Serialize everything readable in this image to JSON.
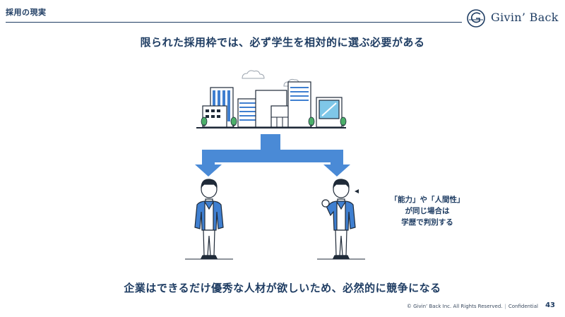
{
  "header": {
    "section_title": "採用の現実",
    "logo_text": "Givin’ Back"
  },
  "headline": "限られた採用枠では、必ず学生を相対的に選ぶ必要がある",
  "note": {
    "lines": [
      "「能力」や「人間性」",
      "が同じ場合は",
      "学歴で判別する"
    ]
  },
  "conclusion": "企業はできるだけ優秀な人材が欲しいため、必然的に競争になる",
  "footer": {
    "copyright": "© Givin’ Back Inc. All Rights Reserved.",
    "confidential": "Confidential",
    "page_number": "43"
  },
  "colors": {
    "navy": "#1f3d63",
    "arrow_blue": "#4a8ad6",
    "jacket_blue": "#3f7fd0",
    "tree_green": "#4caf6a",
    "building_outline": "#1f2a38"
  },
  "icons": [
    "city-buildings-illustration",
    "branching-arrow",
    "student-icon",
    "student-raised-hand-icon",
    "cloud-icon",
    "logo-mark"
  ]
}
